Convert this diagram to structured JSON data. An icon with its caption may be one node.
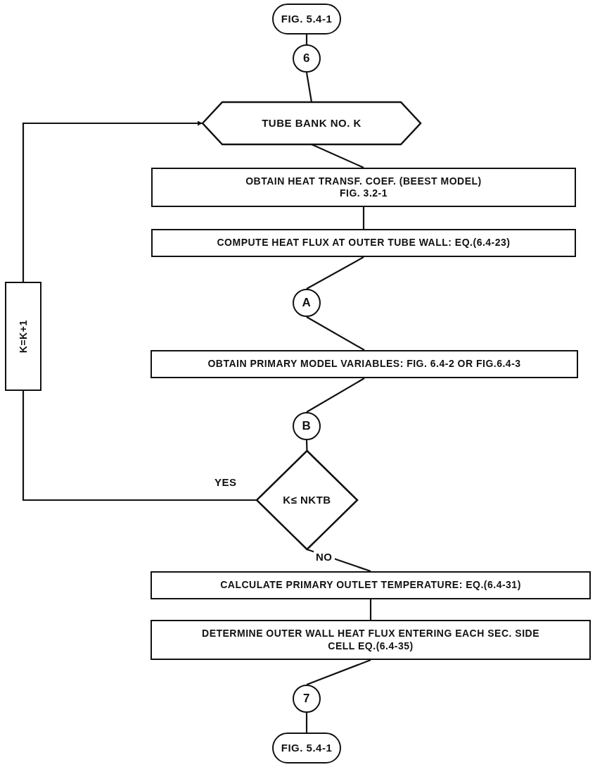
{
  "diagram": {
    "nodes": [
      {
        "text": [
          "FIG. 5.4-1"
        ]
      },
      {
        "text": [
          "6"
        ]
      },
      {
        "text": [
          "TUBE BANK NO. K"
        ]
      },
      {
        "text": [
          "OBTAIN HEAT TRANSF. COEF. (BEEST MODEL)",
          "FIG. 3.2-1"
        ]
      },
      {
        "text": [
          "COMPUTE HEAT FLUX AT OUTER TUBE WALL: EQ.(6.4-23)"
        ]
      },
      {
        "text": [
          "A"
        ]
      },
      {
        "text": [
          "OBTAIN PRIMARY MODEL VARIABLES: FIG. 6.4-2 OR FIG.6.4-3"
        ]
      },
      {
        "text": [
          "B"
        ]
      },
      {
        "text": [
          "K≤ NKTB"
        ]
      },
      {
        "text": [
          "CALCULATE PRIMARY OUTLET TEMPERATURE: EQ.(6.4-31)"
        ]
      },
      {
        "text": [
          "DETERMINE OUTER WALL HEAT FLUX ENTERING EACH SEC. SIDE CELL EQ.(6.4-35)"
        ]
      },
      {
        "text": [
          "7"
        ]
      },
      {
        "text": [
          "FIG. 5.4-1"
        ]
      },
      {
        "text": [
          "K=K+1"
        ]
      }
    ],
    "edges": [
      {
        "from": 0,
        "to": 1,
        "arrow": "none"
      },
      {
        "from": 1,
        "to": 2,
        "arrow": "none"
      },
      {
        "from": 2,
        "to": 3,
        "arrow": "none"
      },
      {
        "from": 3,
        "to": 4,
        "arrow": "none"
      },
      {
        "from": 4,
        "to": 5,
        "arrow": "none"
      },
      {
        "from": 5,
        "to": 6,
        "arrow": "none"
      },
      {
        "from": 6,
        "to": 7,
        "arrow": "none"
      },
      {
        "from": 7,
        "to": 8,
        "arrow": "none"
      },
      {
        "from": 8,
        "to": 9,
        "arrow": "none",
        "label": "NO"
      },
      {
        "from": 9,
        "to": 10,
        "arrow": "none"
      },
      {
        "from": 10,
        "to": 11,
        "arrow": "none"
      },
      {
        "from": 11,
        "to": 12,
        "arrow": "none"
      },
      {
        "from": 8,
        "to": 13,
        "arrow": "none",
        "label": "YES"
      },
      {
        "from": 13,
        "to": 2,
        "arrow": "to"
      }
    ]
  }
}
